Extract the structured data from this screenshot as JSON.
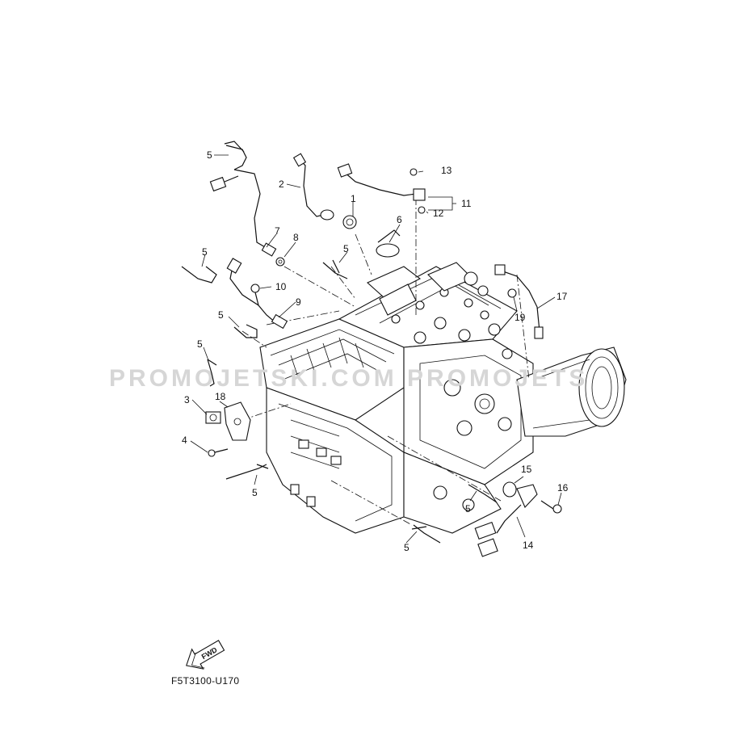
{
  "diagram_code": "F5T3100-U170",
  "watermark_text": "PROMOJETSKI.COM PROMOJETS",
  "fwd_label": "FWD",
  "callouts": [
    {
      "id": "c1",
      "label": "1"
    },
    {
      "id": "c2",
      "label": "2"
    },
    {
      "id": "c3",
      "label": "3"
    },
    {
      "id": "c4",
      "label": "4"
    },
    {
      "id": "c5a",
      "label": "5"
    },
    {
      "id": "c5b",
      "label": "5"
    },
    {
      "id": "c5c",
      "label": "5"
    },
    {
      "id": "c5d",
      "label": "5"
    },
    {
      "id": "c5e",
      "label": "5"
    },
    {
      "id": "c5f",
      "label": "5"
    },
    {
      "id": "c5g",
      "label": "5"
    },
    {
      "id": "c5h",
      "label": "5"
    },
    {
      "id": "c6",
      "label": "6"
    },
    {
      "id": "c7",
      "label": "7"
    },
    {
      "id": "c8",
      "label": "8"
    },
    {
      "id": "c9",
      "label": "9"
    },
    {
      "id": "c10",
      "label": "10"
    },
    {
      "id": "c11",
      "label": "11"
    },
    {
      "id": "c12",
      "label": "12"
    },
    {
      "id": "c13",
      "label": "13"
    },
    {
      "id": "c14",
      "label": "14"
    },
    {
      "id": "c15",
      "label": "15"
    },
    {
      "id": "c16",
      "label": "16"
    },
    {
      "id": "c17",
      "label": "17"
    },
    {
      "id": "c18",
      "label": "18"
    },
    {
      "id": "c19",
      "label": "19"
    }
  ]
}
